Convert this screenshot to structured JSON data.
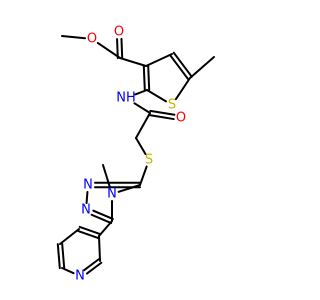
{
  "molecule": {
    "atoms": [
      {
        "id": "O_ester",
        "symbol": "O",
        "color": "#ff0000"
      },
      {
        "id": "O_carbonyl1",
        "symbol": "O",
        "color": "#ff0000"
      },
      {
        "id": "S_thiophene",
        "symbol": "S",
        "color": "#c8b400"
      },
      {
        "id": "N_amide",
        "symbol": "NH",
        "color": "#0000ff"
      },
      {
        "id": "O_carbonyl2",
        "symbol": "O",
        "color": "#ff0000"
      },
      {
        "id": "S_thioether",
        "symbol": "S",
        "color": "#c8b400"
      },
      {
        "id": "N1_triazole",
        "symbol": "N",
        "color": "#0000ff"
      },
      {
        "id": "N2_triazole",
        "symbol": "N",
        "color": "#0000ff"
      },
      {
        "id": "N4_triazole",
        "symbol": "N",
        "color": "#0000ff"
      },
      {
        "id": "N_pyridine",
        "symbol": "N",
        "color": "#0000ff"
      }
    ],
    "bond_color": "#000000"
  }
}
